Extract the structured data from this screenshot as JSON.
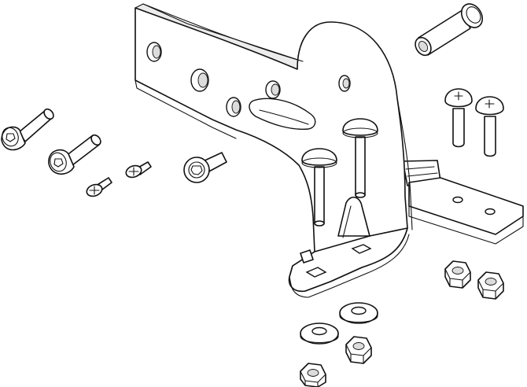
{
  "diagram": {
    "kind": "exploded-view-hardware-kit",
    "colors": {
      "line": "#111111",
      "fill": "#ffffff",
      "shade": "#ececec"
    },
    "parts": [
      {
        "name": "main-bracket"
      },
      {
        "name": "mounting-strap"
      },
      {
        "name": "carriage-bolt",
        "count": 2
      },
      {
        "name": "button-head-bolt",
        "count": 3
      },
      {
        "name": "countersunk-bolt",
        "count": 2
      },
      {
        "name": "phillips-screw",
        "count": 2
      },
      {
        "name": "bushing-sleeve",
        "count": 1
      },
      {
        "name": "hex-nut",
        "count": 4
      },
      {
        "name": "flat-washer",
        "count": 2
      }
    ]
  }
}
